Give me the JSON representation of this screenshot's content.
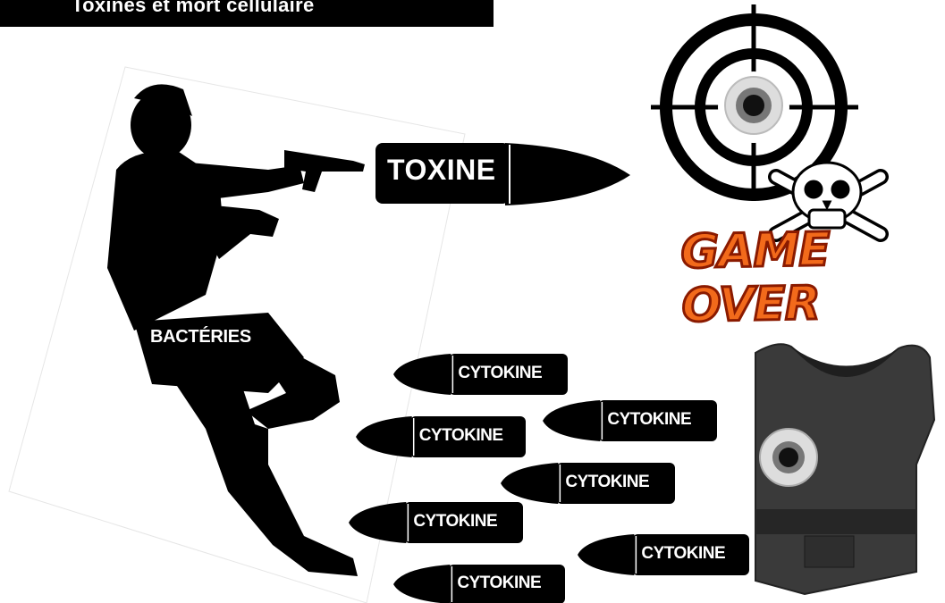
{
  "title": "Toxines et mort cellulaire",
  "labels": {
    "toxine": "TOXINE",
    "bacteria": "BACTÉRIES",
    "game_over": "GAME OVER"
  },
  "cytokines": [
    {
      "label": "CYTOKINE"
    },
    {
      "label": "CYTOKINE"
    },
    {
      "label": "CYTOKINE"
    },
    {
      "label": "CYTOKINE"
    },
    {
      "label": "CYTOKINE"
    },
    {
      "label": "CYTOKINE"
    },
    {
      "label": "CYTOKINE"
    }
  ],
  "icons": [
    "bacteria-gunman-icon",
    "toxin-bullet-icon",
    "target-icon",
    "bullet-hole-icon",
    "skull-crossbones-icon",
    "bulletproof-vest-icon",
    "cytokine-bullet-icon"
  ],
  "colors": {
    "silhouette": "#000000",
    "game_over_fill": "#f26a1b",
    "game_over_stroke": "#8a1a00",
    "vest": "#3a3a3a"
  }
}
